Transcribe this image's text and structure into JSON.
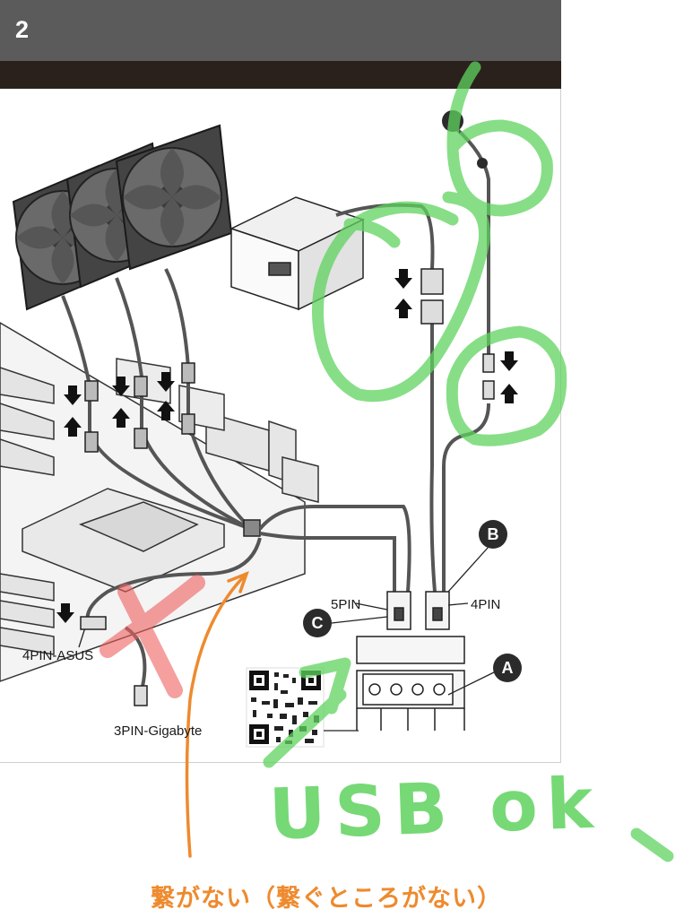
{
  "header": {
    "step_number": "2"
  },
  "labels": {
    "pin5": "5PIN",
    "pin4": "4PIN",
    "pin4_asus": "4PIN-ASUS",
    "pin3_gigabyte": "3PIN-Gigabyte"
  },
  "callouts": {
    "a": "A",
    "b": "B",
    "c": "C"
  },
  "annotations": {
    "green_note": "USB ok",
    "orange_note": "繋がない（繋ぐところがない）"
  },
  "colors": {
    "header_gray": "#5b5b5b",
    "header_dark": "#2a211c",
    "green_marker": "#5fd35f",
    "red_marker": "#f06060",
    "orange_marker": "#ee8a2e"
  },
  "icons": [
    "fan-icon",
    "power-supply-icon",
    "qr-code-icon",
    "arrow-up-icon",
    "arrow-down-icon"
  ]
}
